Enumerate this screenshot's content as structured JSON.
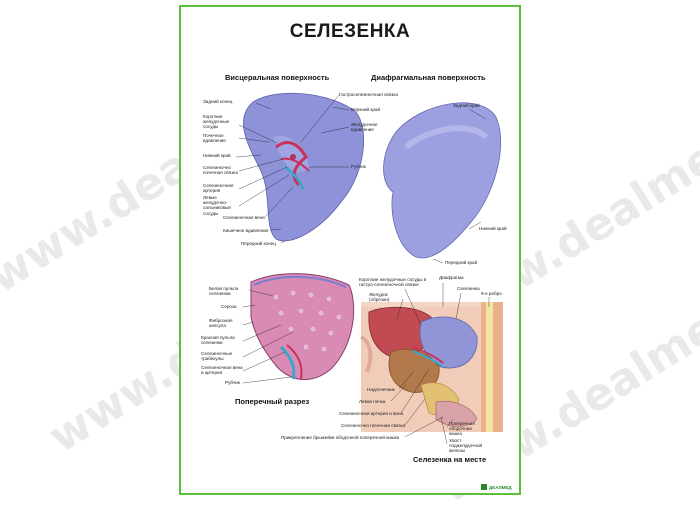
{
  "title": "СЕЛЕЗЕНКА",
  "sections": {
    "visceral": "Висцеральная поверхность",
    "diaphragmatic": "Диафрагмальная поверхность",
    "cross": "Поперечный разрез",
    "inplace": "Селезенка на месте"
  },
  "visceral_labels": {
    "l1": "Задний конец",
    "l2": "Короткие желудочные сосуды",
    "l3": "Почечное вдавление",
    "l4": "Нижний край",
    "l5": "Селезеночно почечная связка",
    "l6": "Селезеночная артерия",
    "l7": "Левые желудочно-сальниковые сосуды",
    "l8": "Селезеночная вена",
    "l9": "Кишечное вдавление",
    "l10": "Передний конец",
    "r1": "Гастроселезеночная связка",
    "r2": "Верхний край",
    "r3": "Желудочное вдавление",
    "r4": "Рубчик"
  },
  "diaphragmatic_labels": {
    "a": "Задний край",
    "b": "Нижний край",
    "c": "Передний край"
  },
  "cross_labels": {
    "c1": "Белая пульпа селезенки",
    "c2": "Сероза",
    "c3": "Фиброзная капсула",
    "c4": "Красная пульпа селезенки",
    "c5": "Селезеночные трабекулы",
    "c6": "Селезеночная вена и артерия",
    "c7": "Рубчик"
  },
  "inplace_labels": {
    "p1": "Короткие желудочные сосуды в гастро-селезеночной связке",
    "p2": "Желудок (обрезан)",
    "p3": "Диафрагма",
    "p4": "Селезенка",
    "p5": "9-е ребро",
    "p6": "Надпочечник",
    "p7": "Левая почка",
    "p8": "Селезеночная артерия и вена",
    "p9": "Селезеночно почечная связка",
    "p10": "Прикрепление брыжейки ободочной поперечной кишки",
    "p11": "Поперечная ободочная кишка",
    "p12": "Хвост поджелудочной железы"
  },
  "watermark": "www.dealmed.ru",
  "logo": "ДЕАЛМЕД",
  "colors": {
    "border": "#5cbf3a",
    "spleen": "#8b8fd6",
    "vessel_red": "#c8325a",
    "vessel_blue": "#3aa7c9"
  }
}
